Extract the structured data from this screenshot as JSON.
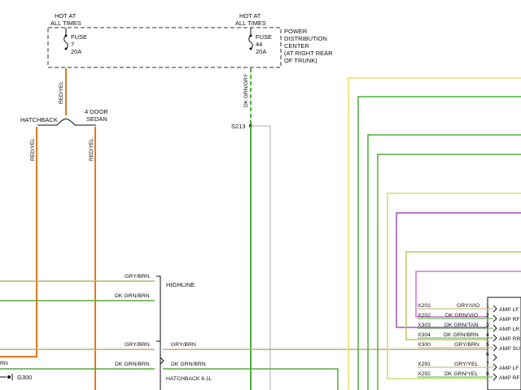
{
  "fuse_left": {
    "hot_l1": "HOT AT",
    "hot_l2": "ALL TIMES",
    "fuse_label": "FUSE",
    "fuse_num": "7",
    "fuse_amp": "20A",
    "wire": "RED/YEL"
  },
  "fuse_right": {
    "hot_l1": "HOT AT",
    "hot_l2": "ALL TIMES",
    "fuse_label": "FUSE",
    "fuse_num": "44",
    "fuse_amp": "20A",
    "wire": "DK GRN/GRY"
  },
  "pdc_note": [
    "POWER",
    "DISTRIBUTION",
    "CENTER",
    "(AT RIGHT REAR",
    "OF TRUNK)"
  ],
  "splice": "S213",
  "body_styles": {
    "hatchback": "HATCHBACK",
    "sedan_l1": "4 DOOR",
    "sedan_l2": "SEDAN",
    "wire_left": "RED/YEL",
    "wire_right": "RED/YEL"
  },
  "left_wires": [
    {
      "label": "GRY/BRN",
      "color": "#b8b070"
    },
    {
      "label": "DK GRN/BRN",
      "color": "#5aa83a"
    },
    {
      "label": "GRY/BRN",
      "color": "#b8b070"
    },
    {
      "label": "DK GRN/BRN",
      "color": "#5aa83a"
    }
  ],
  "left_partial": "RN",
  "highline": "HIGHLINE",
  "hatchback_61": "HATCHBACK 6.1L",
  "mid_wires": [
    "GRY/BRN",
    "DK GRN/BRN"
  ],
  "ground": "G300",
  "connector_rows": [
    {
      "circuit": "X201",
      "wire": "GRY/VIO",
      "pin": "1",
      "func": "AMP LF"
    },
    {
      "circuit": "X202",
      "wire": "DK GRN/VIO",
      "pin": "2",
      "func": "AMP RF"
    },
    {
      "circuit": "X303",
      "wire": "DK GRN/TAN",
      "pin": "3",
      "func": "AMP LR"
    },
    {
      "circuit": "X304",
      "wire": "DK GRN/BRN",
      "pin": "4",
      "func": "AMP RR"
    },
    {
      "circuit": "X300",
      "wire": "GRY/BRN",
      "pin": "5",
      "func": "AMP SU"
    },
    {
      "circuit": "",
      "wire": "",
      "pin": "6",
      "func": ""
    },
    {
      "circuit": "X291",
      "wire": "GRY/YEL",
      "pin": "7",
      "func": "AMP LF"
    },
    {
      "circuit": "X292",
      "wire": "DK GRN/YEL",
      "pin": "8",
      "func": "AMP RF"
    }
  ],
  "colors": {
    "red_yel": "#e07a1e",
    "dk_grn": "#4caf3a",
    "yellow": "#e8e060",
    "olive": "#c9c260",
    "violet": "#a050b8",
    "pink": "#d870d8",
    "lime": "#a8d848",
    "gray": "#c8c8c8"
  }
}
